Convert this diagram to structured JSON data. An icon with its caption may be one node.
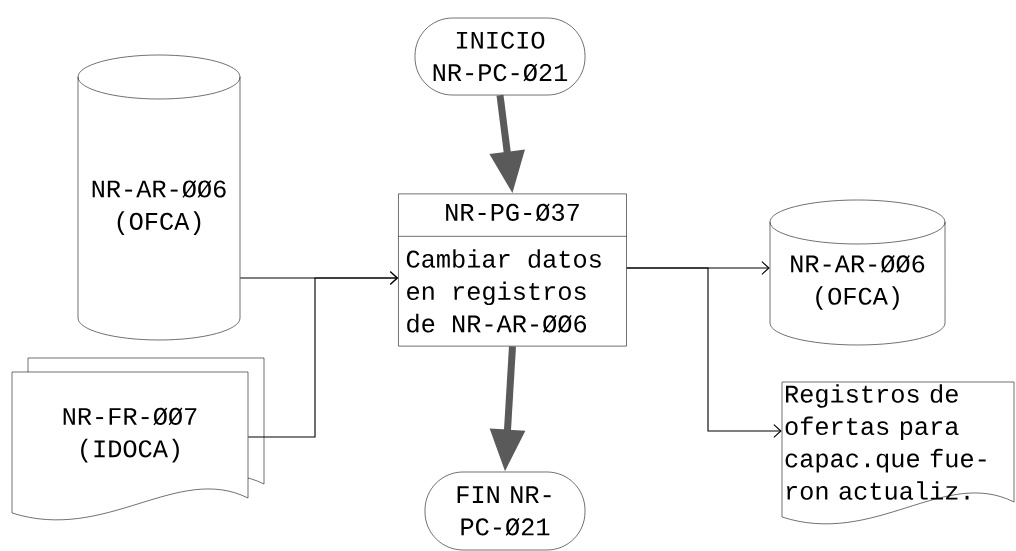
{
  "diagram": {
    "nodes": [
      {
        "text": [
          "INICIO NR-PC-Ø21"
        ]
      },
      {
        "text": [
          "NR-AR-ØØ6 (OFCA)"
        ]
      },
      {
        "text": [
          "NR-PG-Ø37",
          "Cambiar datos en registros de NR-AR-ØØ6"
        ]
      },
      {
        "text": [
          "NR-AR-ØØ6 (OFCA)"
        ]
      },
      {
        "text": [
          "NR-FR-ØØ7 (IDOCA)"
        ]
      },
      {
        "text": [
          "Registros de ofertas para capac.que fue- ron actualiz."
        ]
      },
      {
        "text": [
          "FIN NR-PC-Ø21"
        ]
      }
    ],
    "edges": [
      {
        "from": 0,
        "to": 2,
        "arrow": "to",
        "style": "thick",
        "color": "#5a5a5a"
      },
      {
        "from": 1,
        "to": 2,
        "arrow": "to"
      },
      {
        "from": 4,
        "to": 2,
        "arrow": "to"
      },
      {
        "from": 2,
        "to": 3,
        "arrow": "to"
      },
      {
        "from": 2,
        "to": 5,
        "arrow": "to"
      },
      {
        "from": 2,
        "to": 6,
        "arrow": "to",
        "style": "thick",
        "color": "#5a5a5a"
      }
    ]
  }
}
